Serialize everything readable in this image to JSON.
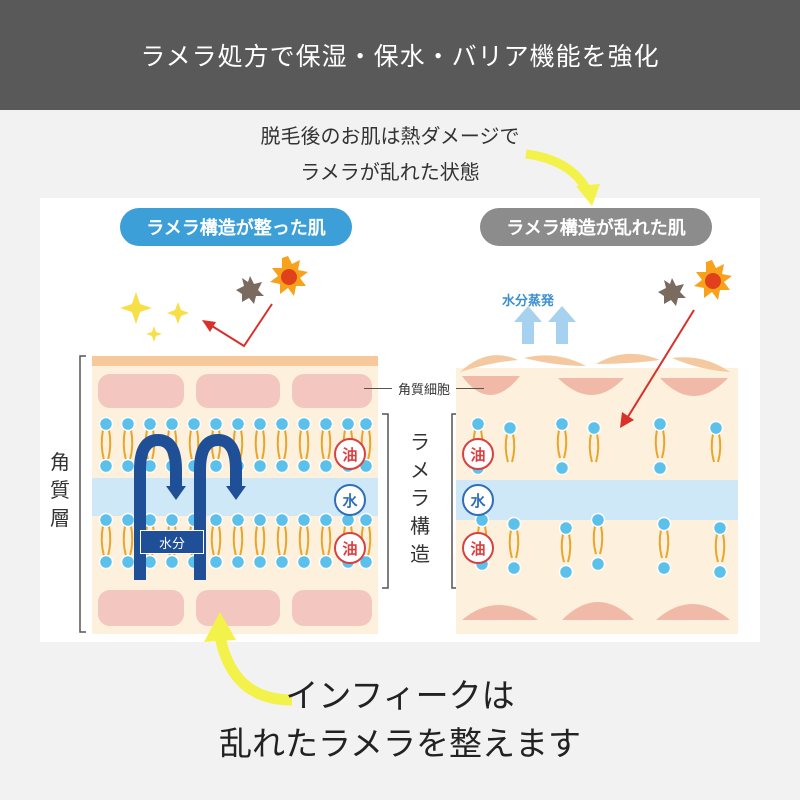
{
  "header": {
    "title": "ラメラ処方で保湿・保水・バリア機能を強化"
  },
  "caption_top": {
    "line1": "脱毛後のお肌は熱ダメージで",
    "line2": "ラメラが乱れた状態"
  },
  "left_panel": {
    "title": "ラメラ構造が整った肌",
    "side_label": [
      "角",
      "質",
      "層"
    ],
    "moisture_label": "水分",
    "oil_label_1": "油",
    "water_label": "水",
    "oil_label_2": "油"
  },
  "right_panel": {
    "title": "ラメラ構造が乱れた肌",
    "evaporation_label": "水分蒸発",
    "oil_label_1": "油",
    "water_label": "水",
    "oil_label_2": "油"
  },
  "corneocyte_label": "角質細胞",
  "lamella_label": [
    "ラ",
    "メ",
    "ラ",
    "構",
    "造"
  ],
  "bottom_text": {
    "line1": "インフィークは",
    "line2": "乱れたラメラを整えます"
  },
  "colors": {
    "header_bg": "#595959",
    "pill_left": "#3d9fd8",
    "pill_right": "#8c8c8c",
    "skin_bg": "#fdf0dc",
    "cell": "#f3c6c0",
    "water_band": "#cfe8f7",
    "arrow_yellow": "#f2f24a"
  }
}
